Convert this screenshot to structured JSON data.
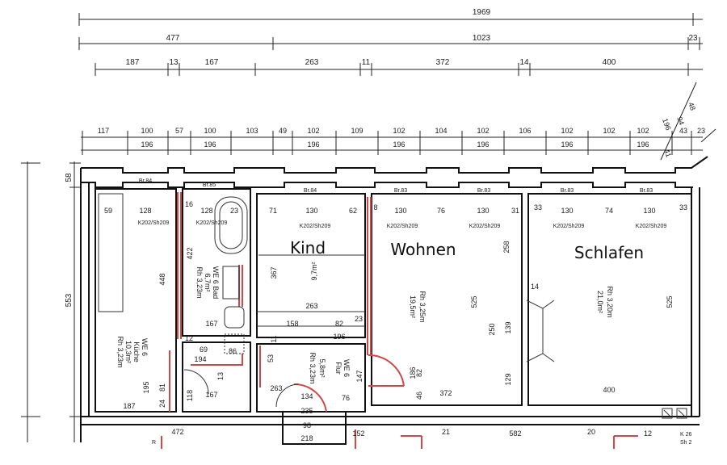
{
  "rooms": {
    "kind": {
      "name": "Kind",
      "area": "9,7m²"
    },
    "wohnen": {
      "name": "Wohnen",
      "area": "19,5m²",
      "height": "Rh 3,25m"
    },
    "schlafen": {
      "name": "Schlafen",
      "area": "21,0m²",
      "height": "Rh 3,20m"
    },
    "bad": {
      "name": "WE 6 Bad",
      "area": "6,7m²",
      "height": "Rh 3,23m"
    },
    "kueche": {
      "name": "WE 6",
      "sub": "Küche",
      "area": "10,3m²",
      "height": "Rh 3,23m"
    },
    "flur": {
      "name": "WE 6",
      "sub": "Flur",
      "area": "5,8m²",
      "height": "Rh 3,23m"
    }
  },
  "windows": [
    "Br.84",
    "Br.85",
    "Br.84",
    "Br.83",
    "Br.83",
    "Br.83",
    "Br.83"
  ],
  "lintels": [
    "K202/Sh209",
    "K202/Sh209",
    "K202/Sh209",
    "K202/Sh209",
    "K202/Sh209",
    "K202/Sh209",
    "K202/Sh209",
    "K202/Sh209"
  ],
  "dims": {
    "row1": [
      "1969"
    ],
    "row2": [
      "477",
      "1023",
      "23"
    ],
    "row3": [
      "187",
      "13",
      "167",
      "263",
      "11",
      "372",
      "14",
      "400"
    ],
    "row4": [
      "117",
      "100",
      "57",
      "100",
      "103",
      "49",
      "102",
      "109",
      "102",
      "104",
      "102",
      "106",
      "102",
      "102",
      "102",
      "43",
      "23"
    ],
    "row4b": [
      "196",
      "196",
      "196",
      "196",
      "196",
      "196",
      "196"
    ],
    "diag": [
      "48",
      "94",
      "196",
      "41"
    ],
    "left_outer": "553",
    "left_inner": "58",
    "win_row": [
      "59",
      "128",
      "16",
      "128",
      "23",
      "71",
      "130",
      "62",
      "8",
      "130",
      "76",
      "130",
      "31",
      "33",
      "130",
      "74",
      "130",
      "33"
    ],
    "vertical": [
      "448",
      "422",
      "367",
      "258",
      "525",
      "525",
      "250",
      "139",
      "129",
      "14",
      "186",
      "82",
      "46",
      "147",
      "53",
      "195",
      "81",
      "24",
      "118",
      "13",
      "11"
    ],
    "inner_h": [
      "263",
      "158",
      "82",
      "23",
      "196",
      "167",
      "12",
      "69",
      "194",
      "86",
      "263",
      "134",
      "76",
      "372",
      "400",
      "187",
      "167",
      "235",
      "98",
      "218",
      "152",
      "472",
      "21",
      "582",
      "20",
      "12"
    ],
    "right_cut": [
      "K 26",
      "Sh 2"
    ],
    "bottom_left_cut": "R"
  }
}
